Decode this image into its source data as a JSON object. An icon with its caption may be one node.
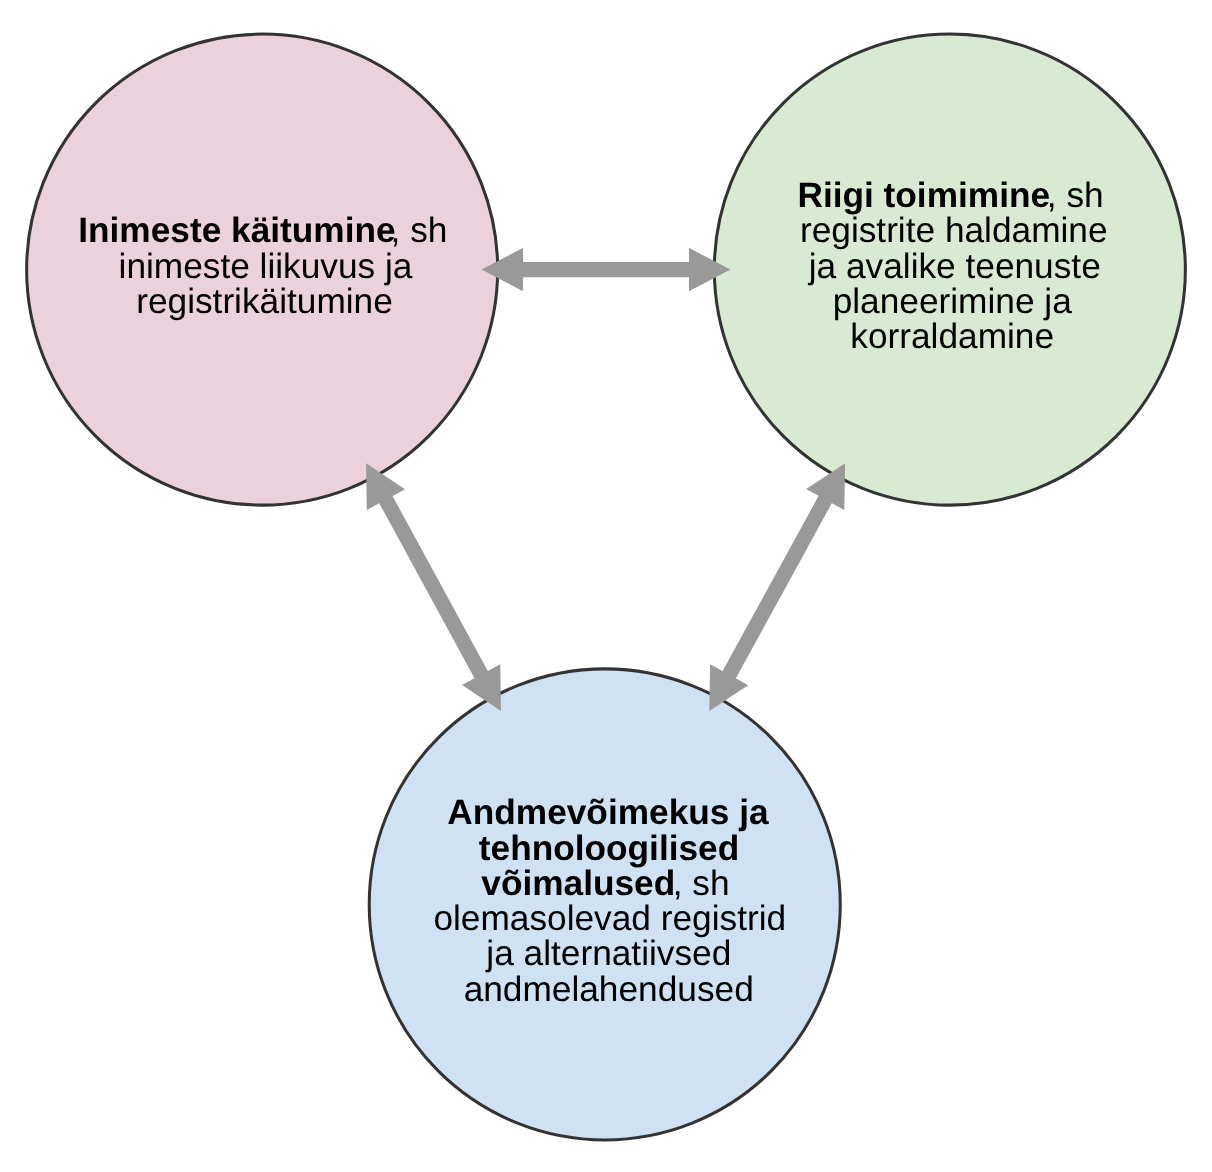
{
  "diagram": {
    "nodes": [
      {
        "text": [
          "**Riigi toimimine**, sh registrite haldamine ja avalike teenuste planeerimine ja korraldamine"
        ]
      },
      {
        "text": [
          "**Inimeste käitumine**, sh inimeste liikuvus ja registrikäitumine"
        ]
      },
      {
        "text": [
          "**Andmevõimekus ja tehnoloogilised võimalused**, sh olemasolevad registrid ja alternatiivsed andmelahendused"
        ]
      }
    ],
    "edges": [
      {
        "from": 1,
        "to": 0,
        "arrow": "both"
      },
      {
        "from": 0,
        "to": 2,
        "arrow": "both"
      },
      {
        "from": 1,
        "to": 2,
        "arrow": "both"
      }
    ]
  }
}
